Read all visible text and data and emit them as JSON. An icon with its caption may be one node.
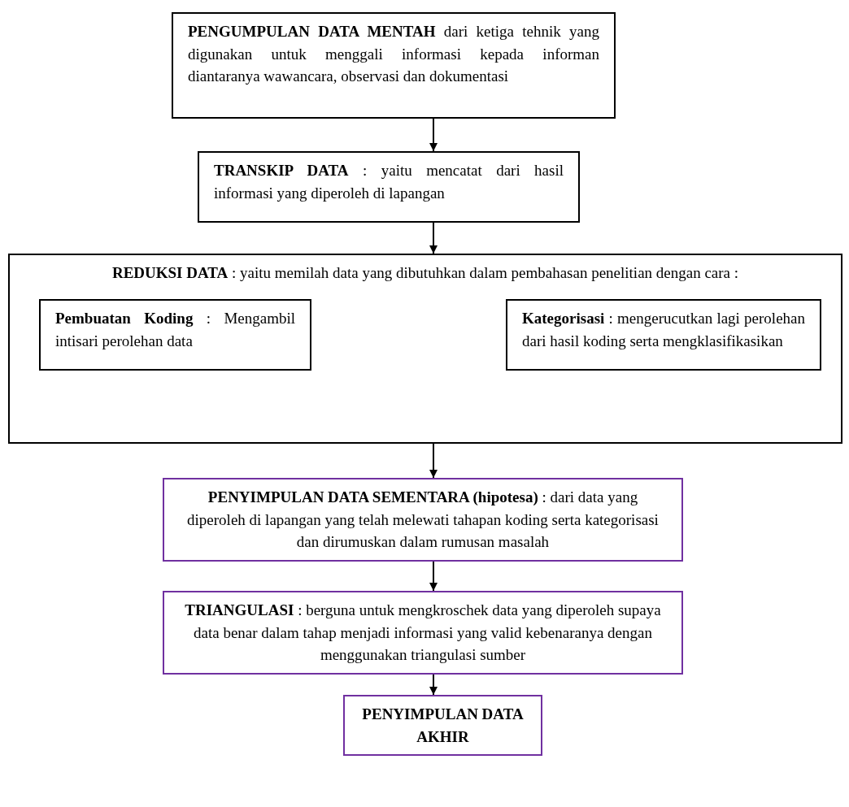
{
  "diagram": {
    "nodes": [
      {
        "text": [
          "**PENGUMPULAN DATA MENTAH** dari ketiga tehnik yang digunakan untuk menggali informasi kepada informan diantaranya wawancara, observasi dan dokumentasi"
        ]
      },
      {
        "text": [
          "**TRANSKIP DATA** : yaitu mencatat dari hasil informasi yang diperoleh di lapangan"
        ]
      },
      {
        "text": [
          "**REDUKSI DATA** : yaitu memilah data yang dibutuhkan dalam pembahasan penelitian dengan cara :"
        ]
      },
      {
        "text": [
          "**Pembuatan Koding** : Mengambil intisari perolehan data"
        ],
        "in": 2
      },
      {
        "text": [
          "**Kategorisasi** : mengerucutkan lagi perolehan dari hasil koding serta mengklasifikasikan"
        ],
        "in": 2
      },
      {
        "text": [
          "**PENYIMPULAN DATA SEMENTARA (hipotesa)** : dari data yang diperoleh di lapangan yang telah melewati tahapan koding serta kategorisasi dan dirumuskan dalam rumusan masalah"
        ]
      },
      {
        "text": [
          "**TRIANGULASI** : berguna untuk mengkroschek data yang diperoleh supaya data benar dalam tahap menjadi informasi yang valid kebenaranya dengan menggunakan triangulasi sumber"
        ]
      },
      {
        "text": [
          "PENYIMPULAN DATA AKHIR"
        ]
      }
    ],
    "edges": [
      {
        "from": 0,
        "to": 1,
        "arrow": "to"
      },
      {
        "from": 1,
        "to": 2,
        "arrow": "to"
      },
      {
        "from": 2,
        "to": 5,
        "arrow": "to"
      },
      {
        "from": 5,
        "to": 6,
        "arrow": "to"
      },
      {
        "from": 6,
        "to": 7,
        "arrow": "to"
      }
    ]
  }
}
